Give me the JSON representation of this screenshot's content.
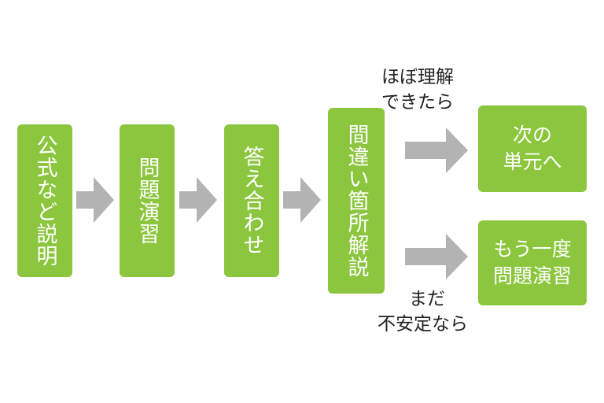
{
  "steps": [
    {
      "label": "公式など説明"
    },
    {
      "label": "問題演習"
    },
    {
      "label": "答え合わせ"
    },
    {
      "label": "間違い箇所解説"
    }
  ],
  "branch_upper": {
    "condition_line1": "ほぼ理解",
    "condition_line2": "できたら",
    "result_line1": "次の",
    "result_line2": "単元へ"
  },
  "branch_lower": {
    "condition_line1": "まだ",
    "condition_line2": "不安定なら",
    "result_line1": "もう一度",
    "result_line2": "問題演習"
  },
  "colors": {
    "box_fill": "#8cc63f",
    "box_text": "#ffffff",
    "arrow": "#b3b3b3",
    "note_text": "#222222"
  }
}
